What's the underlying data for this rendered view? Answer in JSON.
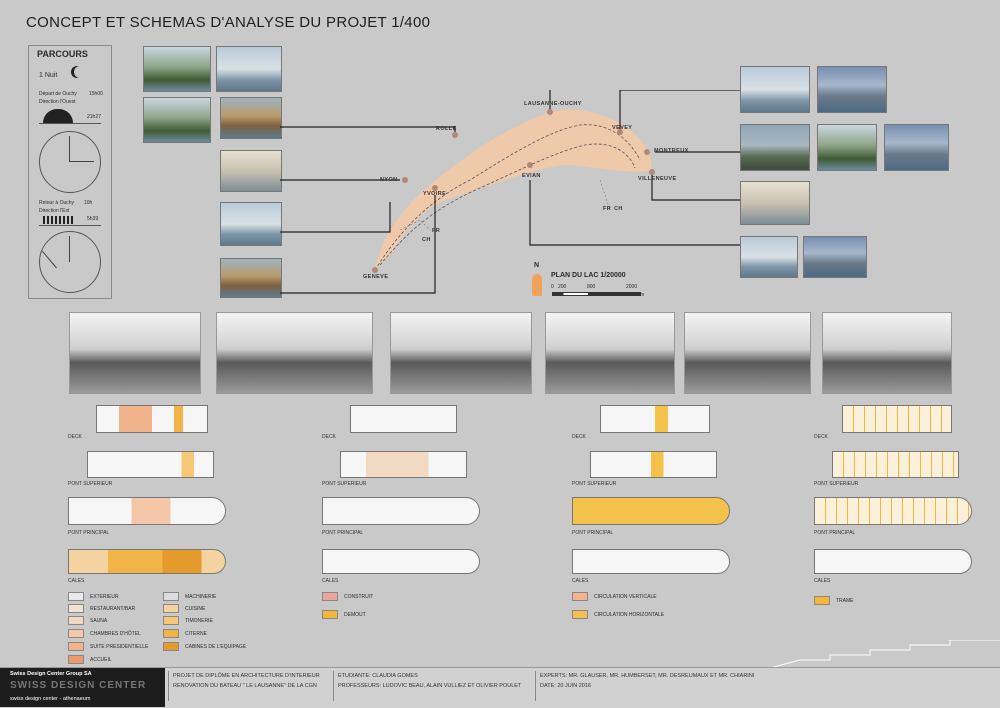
{
  "title": "CONCEPT ET SCHEMAS D'ANALYSE DU PROJET 1/400",
  "parcours": {
    "title": "PARCOURS",
    "duration": "1 Nuit",
    "depart_line1": "Départ de Ouchy",
    "depart_time": "15h00",
    "depart_line2": "Direction l'Ouest",
    "sunset": "21h27",
    "retour_line1": "Retour à Ouchy",
    "retour_time": "10h",
    "retour_line2": "Direction l'Est",
    "sunrise": "5h39"
  },
  "map": {
    "cities": [
      "LAUSANNE-OUCHY",
      "ROLLE",
      "NYON",
      "YVOIRE",
      "GENEVE",
      "EVIAN",
      "VEVEY",
      "MONTREUX",
      "VILLENEUVE"
    ],
    "border_fr_ch_1": "FR",
    "border_fr_ch_2": "CH",
    "border_fr_ch_3": "FR",
    "border_fr_ch_4": "CH",
    "plan_title": "PLAN DU LAC 1/20000",
    "north": "N",
    "scale_0": "0",
    "scale_200": "200",
    "scale_800": "800",
    "scale_2000": "2000",
    "scale_unit": "m"
  },
  "plan_labels": {
    "deck": "DECK",
    "pont_superieur": "PONT SUPERIEUR",
    "pont_principal": "PONT PRINCIPAL",
    "cales": "CALES"
  },
  "legend1": [
    {
      "label": "EXTERIEUR",
      "color": "#e9e9e9"
    },
    {
      "label": "RESTAURANT/BAR",
      "color": "#efe0cf"
    },
    {
      "label": "SAUNA",
      "color": "#f2d9c4"
    },
    {
      "label": "CHAMBRES D'HÔTEL",
      "color": "#f3c7a8"
    },
    {
      "label": "SUITE PRESIDENTIELLE",
      "color": "#f1b38c"
    },
    {
      "label": "ACCUEIL",
      "color": "#ee9a68"
    }
  ],
  "legend2": [
    {
      "label": "MACHINERIE",
      "color": "#dcdcdc"
    },
    {
      "label": "CUISINE",
      "color": "#f4d3a1"
    },
    {
      "label": "TIMONERIE",
      "color": "#f6c777"
    },
    {
      "label": "CITERNE",
      "color": "#f1b449"
    },
    {
      "label": "CABINES DE L'EQUIPAGE",
      "color": "#e59a2c"
    }
  ],
  "legend3": [
    {
      "label": "CONSTRUIT",
      "color": "#eda59a"
    },
    {
      "label": "DEMOUT",
      "color": "#f2b53d"
    }
  ],
  "legend4": [
    {
      "label": "CIRCULATION VERTICALE",
      "color": "#f4b48d"
    },
    {
      "label": "CIRCULATION HORIZONTALE",
      "color": "#f4c24a"
    }
  ],
  "legend5": [
    {
      "label": "TRAME",
      "color": "#f4b53a"
    }
  ],
  "footer": {
    "company": "Swiss Design Center Group SA",
    "logo_text": "SWISS DESIGN CENTER",
    "company_sub": "swiss design center - athenaeum",
    "projet_line1": "PROJET DE DIPLÔME EN ARCHITECTURE D'INTERIEUR",
    "projet_line2": "RENOVATION DU BATEAU \" LE LAUSANNE\" DE LA CGN",
    "etudiante": "ETUDIANTE: CLAUDIA GOMES",
    "professeurs": "PROFESSEURS: LUDOVIC BEAU, ALAIN VULLIEZ  ET OLIVIER POULET",
    "experts": "EXPERTS: MR. GLAUSER, MR. HUMBERSET, MR. DESREUMAUX ET MR. CHIARINI",
    "date": "DATE: 20 JUIN 2016"
  }
}
